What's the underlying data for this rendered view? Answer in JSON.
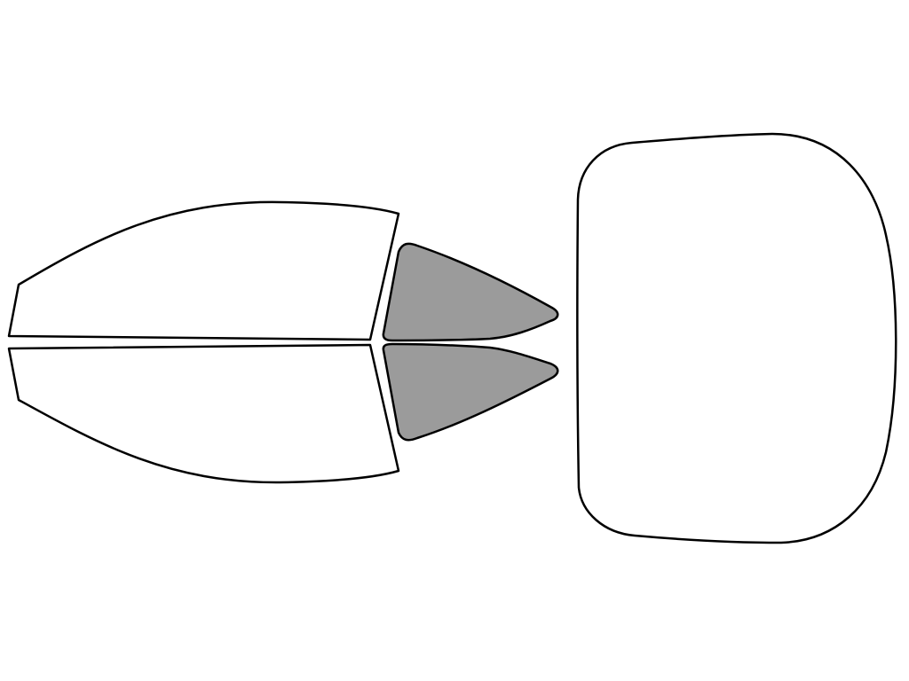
{
  "colors": {
    "background": "#ffffff",
    "outline": "#000000",
    "untinted_fill": "#ffffff",
    "tinted_fill": "#9b9b9b"
  },
  "panels": [
    {
      "id": "front-door-window-upper",
      "tinted": false
    },
    {
      "id": "front-door-window-lower",
      "tinted": false
    },
    {
      "id": "rear-quarter-window-upper",
      "tinted": true
    },
    {
      "id": "rear-quarter-window-lower",
      "tinted": true
    },
    {
      "id": "rear-windshield",
      "tinted": false
    }
  ]
}
